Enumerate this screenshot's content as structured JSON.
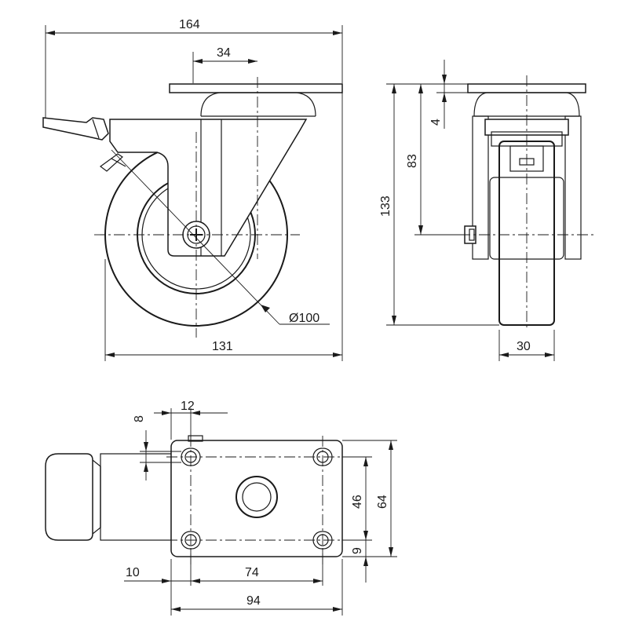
{
  "dimensions": {
    "overall_width": "164",
    "top_plate_offset": "34",
    "wheel_diameter": "Ø100",
    "swivel_radius": "131",
    "plate_thickness": "4",
    "axle_height": "83",
    "total_height": "133",
    "wheel_width": "30",
    "hole_offset_x": "12",
    "hole_slot": "8",
    "hole_spacing_y": "46",
    "plate_width": "64",
    "hole_offset_y": "9",
    "hole_edge_offset": "10",
    "hole_spacing_x": "74",
    "plate_length": "94"
  }
}
